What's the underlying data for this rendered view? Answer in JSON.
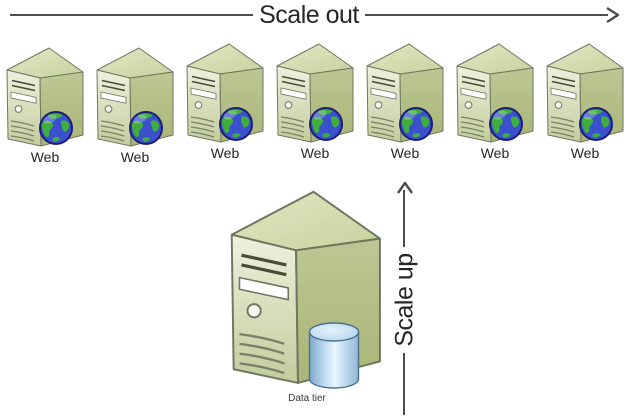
{
  "scale_out": {
    "label": "Scale out"
  },
  "scale_up": {
    "label": "Scale up"
  },
  "web_tier": {
    "servers": [
      {
        "label": "Web"
      },
      {
        "label": "Web"
      },
      {
        "label": "Web"
      },
      {
        "label": "Web"
      },
      {
        "label": "Web"
      },
      {
        "label": "Web"
      },
      {
        "label": "Web"
      }
    ]
  },
  "data_tier": {
    "label": "Data tier"
  },
  "icons": {
    "web_server": "server-with-globe-icon",
    "data_server": "server-icon",
    "database": "database-cylinder-icon",
    "scale_out_arrow": "arrow-right-icon",
    "scale_up_arrow": "arrow-up-icon"
  },
  "colors": {
    "arrow": "#4d4d4d",
    "text": "#262626",
    "server_side": "#b7c28c",
    "server_front_light": "#eef1de",
    "server_front_dark": "#c3cc9c",
    "server_top_light": "#e2e7c4",
    "server_top_dark": "#c8d29e",
    "server_outline": "#6f765f",
    "globe_ocean": "#3a50cc",
    "globe_land": "#3fae3f",
    "globe_outline": "#1d1d78",
    "cylinder_body_light": "#eaf5fd",
    "cylinder_body_dark": "#7fa8cc",
    "cylinder_top": "#bcd9ef",
    "cylinder_outline": "#4c6f8e"
  }
}
